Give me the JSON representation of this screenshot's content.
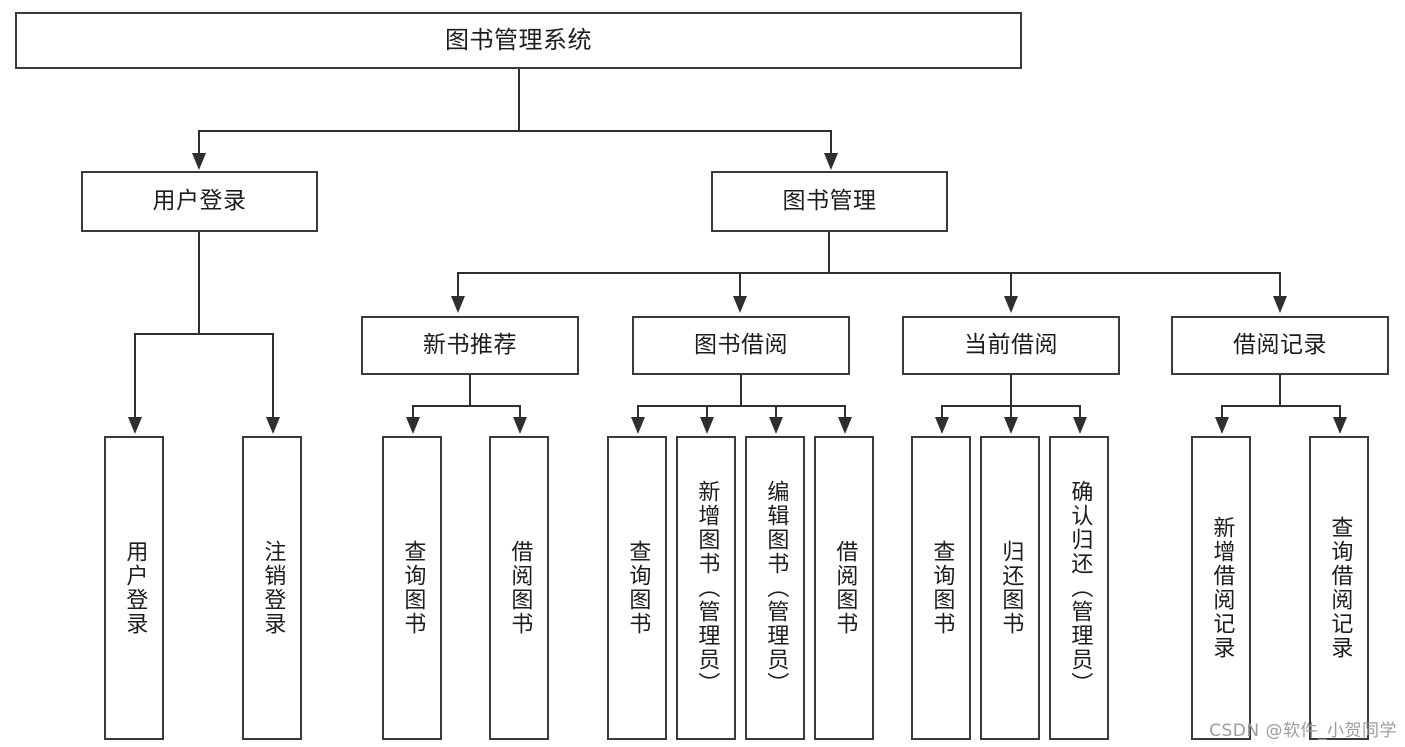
{
  "diagram": {
    "type": "tree-hierarchy",
    "title": "图书管理系统",
    "root": {
      "label": "图书管理系统"
    },
    "level2": [
      {
        "id": "user-login",
        "label": "用户登录"
      },
      {
        "id": "book-manage",
        "label": "图书管理"
      }
    ],
    "level3": [
      {
        "id": "new-book-recommend",
        "label": "新书推荐"
      },
      {
        "id": "book-borrow",
        "label": "图书借阅"
      },
      {
        "id": "current-borrow",
        "label": "当前借阅"
      },
      {
        "id": "borrow-record",
        "label": "借阅记录"
      }
    ],
    "leaves": {
      "user_login": [
        {
          "id": "leaf-user-login",
          "label": "用户登录"
        },
        {
          "id": "leaf-logout-login",
          "label": "注销登录"
        }
      ],
      "new_book_recommend": [
        {
          "id": "leaf-query-book-1",
          "label": "查询图书"
        },
        {
          "id": "leaf-borrow-book-1",
          "label": "借阅图书"
        }
      ],
      "book_borrow": [
        {
          "id": "leaf-query-book-2",
          "label": "查询图书"
        },
        {
          "id": "leaf-add-book",
          "label": "新增图书（管理员）"
        },
        {
          "id": "leaf-edit-book",
          "label": "编辑图书（管理员）"
        },
        {
          "id": "leaf-borrow-book-2",
          "label": "借阅图书"
        }
      ],
      "current_borrow": [
        {
          "id": "leaf-query-book-3",
          "label": "查询图书"
        },
        {
          "id": "leaf-return-book",
          "label": "归还图书"
        },
        {
          "id": "leaf-confirm-return",
          "label": "确认归还（管理员）"
        }
      ],
      "borrow_record": [
        {
          "id": "leaf-add-borrow-record",
          "label": "新增借阅记录"
        },
        {
          "id": "leaf-query-borrow-record",
          "label": "查询借阅记录"
        }
      ]
    }
  },
  "watermark": {
    "text": "CSDN @软件_小贺同学"
  },
  "colors": {
    "border": "#3a3a3a",
    "edge": "#2f2f2f",
    "text": "#1d1d1d",
    "background": "#ffffff",
    "watermark": "#9c9c9c"
  }
}
